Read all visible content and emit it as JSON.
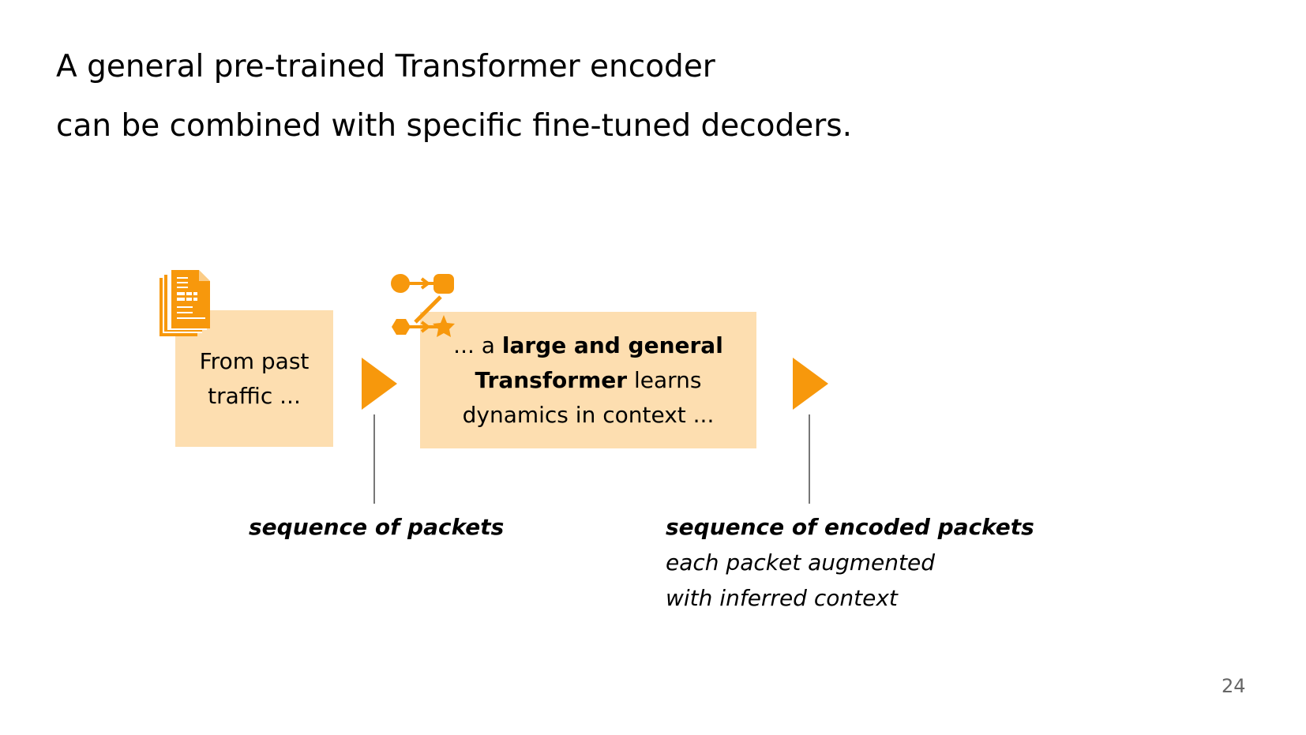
{
  "title": {
    "line1": "A general pre-trained Transformer encoder",
    "line2": "can be combined with specific fine-tuned decoders."
  },
  "box1": {
    "line1": "From past",
    "line2": "traffic ..."
  },
  "box2": {
    "pre": "... a ",
    "bold1": "large and general",
    "bold2": "Transformer",
    "post": " learns",
    "line3": "dynamics in context ..."
  },
  "label1": "sequence of packets",
  "label2": {
    "title": "sequence of encoded packets",
    "line1": "each packet augmented",
    "line2": "with inferred context"
  },
  "page_number": "24",
  "colors": {
    "accent": "#f7980c",
    "box": "#fddeb0"
  }
}
